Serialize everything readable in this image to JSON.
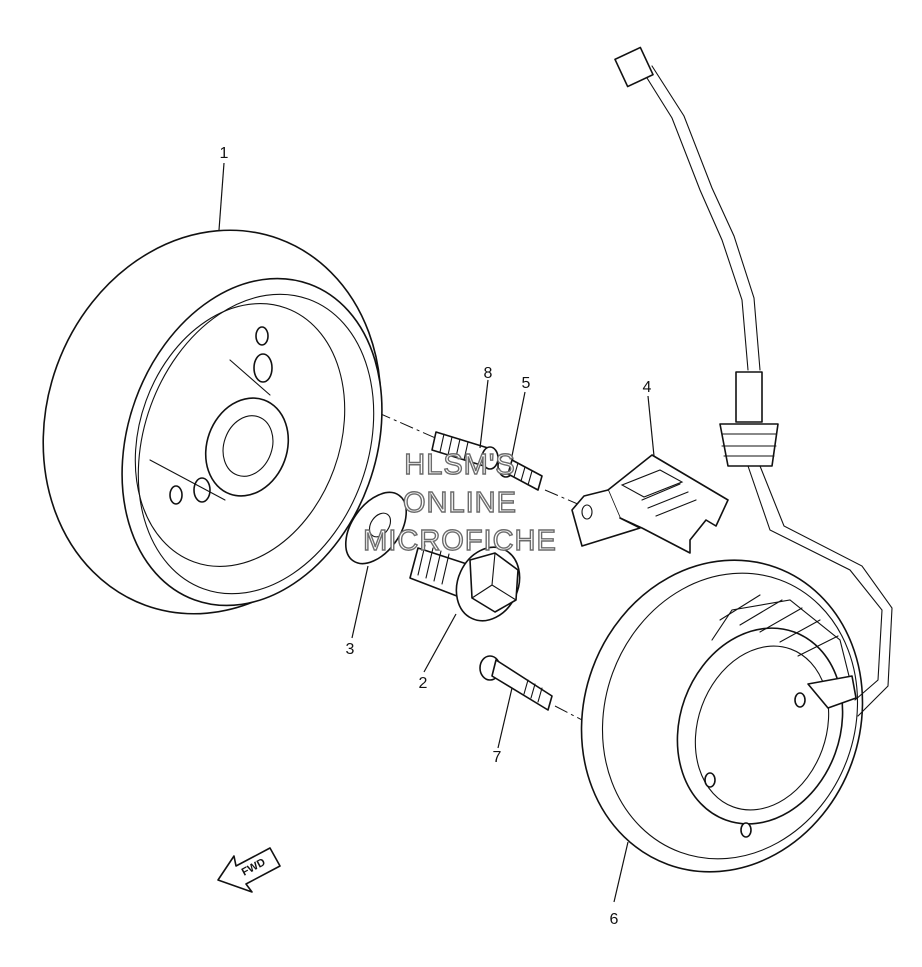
{
  "callouts": {
    "p1": "1",
    "p2": "2",
    "p3": "3",
    "p4": "4",
    "p5": "5",
    "p6": "6",
    "p7": "7",
    "p8": "8"
  },
  "watermark": {
    "line1": "HLSM'S",
    "line2": "ONLINE",
    "line3": "MICROFICHE"
  },
  "direction_arrow": {
    "label": "FWD",
    "icon": "arrow-left-icon"
  }
}
